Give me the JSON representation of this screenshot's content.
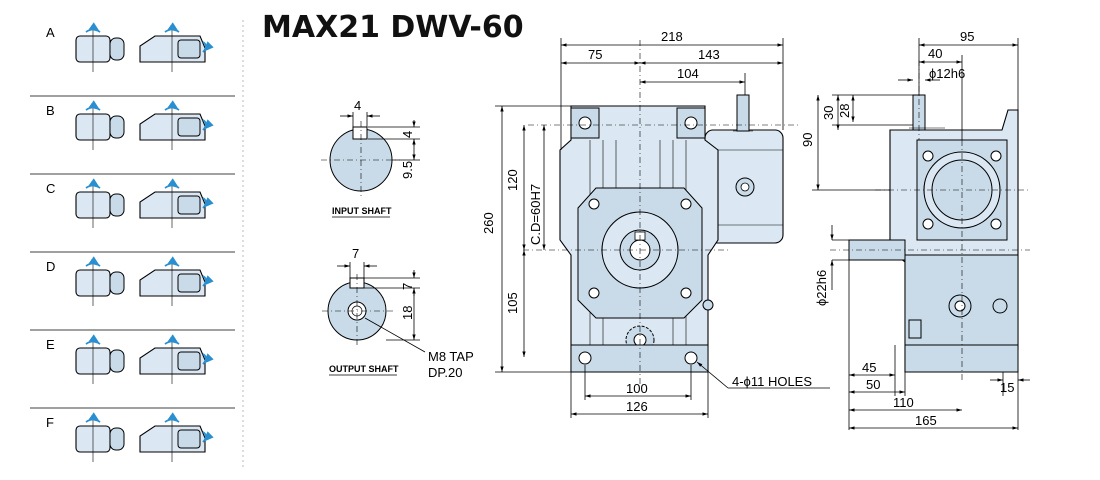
{
  "title": "MAX21 DWV-60",
  "mountings": [
    "A",
    "B",
    "C",
    "D",
    "E",
    "F"
  ],
  "input_shaft": {
    "caption": "INPUT SHAFT",
    "dims": [
      "4",
      "4",
      "9.5"
    ]
  },
  "output_shaft": {
    "caption": "OUTPUT SHAFT",
    "dims": [
      "7",
      "7",
      "18"
    ],
    "tap_note_1": "M8 TAP",
    "tap_note_2": "DP.20"
  },
  "front_view": {
    "dims": [
      "218",
      "75",
      "143",
      "104",
      "260",
      "120",
      "105",
      "100",
      "126"
    ],
    "center_distance": "C.D=60H7",
    "holes_note": "4-ϕ11 HOLES"
  },
  "side_view": {
    "dims": [
      "95",
      "40",
      "ϕ12h6",
      "30",
      "28",
      "90",
      "ϕ22h6",
      "45",
      "50",
      "110",
      "165",
      "15"
    ]
  },
  "colors": {
    "body_fill": "#dbe8f3",
    "rotation_arrow": "#2a8fd0"
  }
}
